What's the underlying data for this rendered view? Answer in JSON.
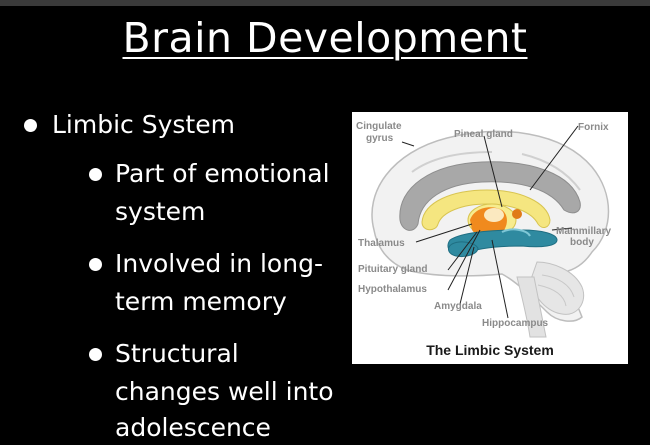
{
  "slide": {
    "title": "Brain Development",
    "bullets": [
      {
        "lines": [
          "Limbic System"
        ]
      },
      {
        "lines": [
          "Part of emotional",
          "system"
        ]
      },
      {
        "lines": [
          "Involved in long-",
          "term memory"
        ]
      },
      {
        "lines": [
          "Structural",
          "changes well into",
          "adolescence"
        ]
      }
    ]
  },
  "figure": {
    "caption": "The Limbic System",
    "labels": {
      "cingulate": "Cingulate",
      "gyrus": "gyrus",
      "pineal": "Pineal gland",
      "fornix": "Fornix",
      "mammillary": "Mammillary",
      "body": "body",
      "thalamus": "Thalamus",
      "pituitary": "Pituitary gland",
      "hypothalamus": "Hypothalamus",
      "amygdala": "Amygdala",
      "hippocampus": "Hippocampus"
    },
    "colors": {
      "cingulate": "#a8a8a8",
      "thalamus_yellow": "#f5e680",
      "hypothalamus_orange": "#f08a1e",
      "hippocampus_teal": "#2f8aa0"
    }
  }
}
